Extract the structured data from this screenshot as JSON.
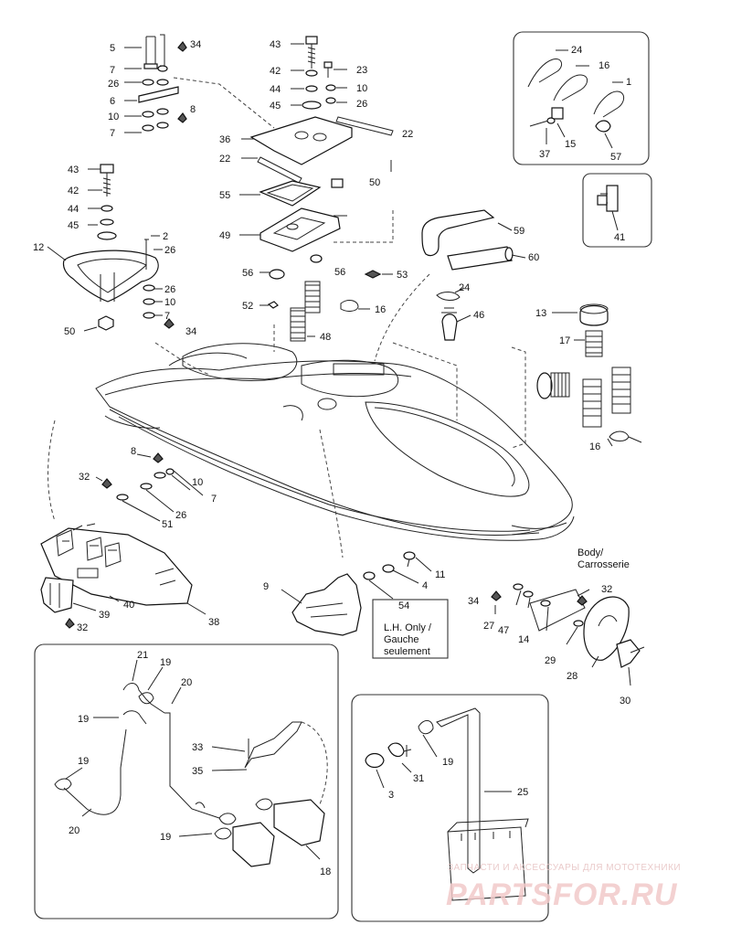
{
  "labels": {
    "l5": "5",
    "l34a": "34",
    "l7a": "7",
    "l26a": "26",
    "l6": "6",
    "l10a": "10",
    "l8a": "8",
    "l7b": "7",
    "l43a": "43",
    "l42a": "42",
    "l44a": "44",
    "l45a": "45",
    "l23": "23",
    "l10b": "10",
    "l26b": "26",
    "l36": "36",
    "l22a": "22",
    "l22b": "22",
    "l50a": "50",
    "l55": "55",
    "l49": "49",
    "l56a": "56",
    "l56b": "56",
    "l53": "53",
    "l52": "52",
    "l16a": "16",
    "l48": "48",
    "l43b": "43",
    "l42b": "42",
    "l44b": "44",
    "l45b": "45",
    "l12": "12",
    "l2": "2",
    "l26c": "26",
    "l26d": "26",
    "l10c": "10",
    "l7c": "7",
    "l34b": "34",
    "l50b": "50",
    "l24a": "24",
    "l16b": "16",
    "l1": "1",
    "l15": "15",
    "l37": "37",
    "l57": "57",
    "l41": "41",
    "l59": "59",
    "l60": "60",
    "l24b": "24",
    "l46": "46",
    "l13": "13",
    "l17": "17",
    "l16c": "16",
    "l8b": "8",
    "l32a": "32",
    "l10d": "10",
    "l7d": "7",
    "l51": "51",
    "l26e": "26",
    "l39": "39",
    "l40": "40",
    "l32b": "32",
    "l38": "38",
    "l9": "9",
    "l11": "11",
    "l4": "4",
    "l54": "54",
    "l32c": "32",
    "l34c": "34",
    "l27": "27",
    "l47": "47",
    "l14": "14",
    "l29": "29",
    "l28": "28",
    "l30": "30",
    "l21": "21",
    "l19a": "19",
    "l20a": "20",
    "l19b": "19",
    "l19c": "19",
    "l20b": "20",
    "l33": "33",
    "l35": "35",
    "l19d": "19",
    "l18": "18",
    "l19e": "19",
    "l31": "31",
    "l3": "3",
    "l25": "25"
  },
  "notes": {
    "body_line1": "Body/",
    "body_line2": "Carrosserie",
    "lh_line1": "L.H. Only /",
    "lh_line2": "Gauche",
    "lh_line3": "seulement"
  },
  "watermark": {
    "top": "ЗАПЧАСТИ И АКСЕССУАРЫ ДЛЯ МОТОТЕХНИКИ",
    "brand": "PARTSFOR.RU",
    "color": "#e8b5b5"
  }
}
